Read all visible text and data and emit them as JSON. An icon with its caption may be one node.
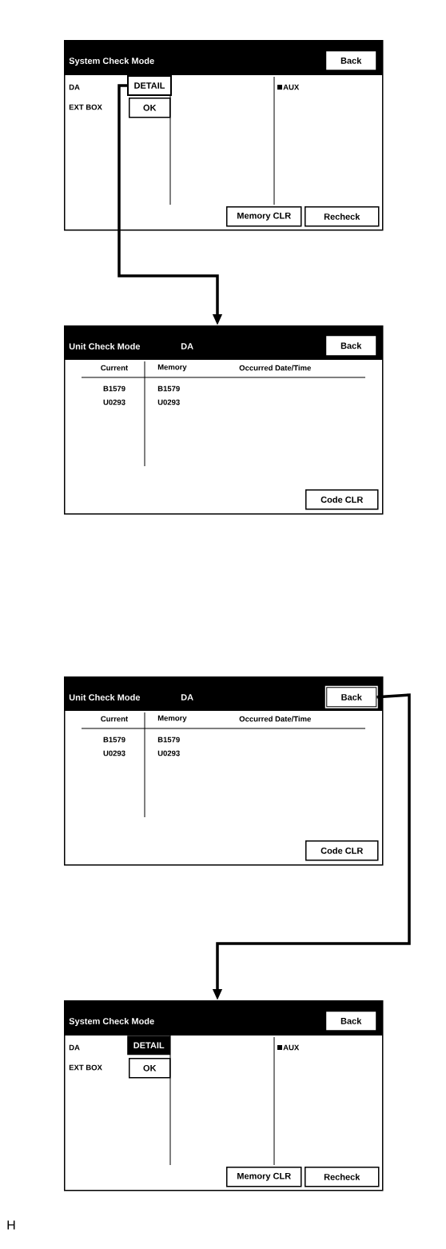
{
  "diagram": {
    "nodes": [
      {
        "text": [
          "System Check Mode",
          "DA",
          "EXT BOX",
          "AUX"
        ]
      },
      {
        "text": [
          "Back"
        ],
        "in": 0
      },
      {
        "text": [
          "DETAIL"
        ],
        "in": 0
      },
      {
        "text": [
          "OK"
        ],
        "in": 0
      },
      {
        "text": [
          "Memory CLR"
        ],
        "in": 0
      },
      {
        "text": [
          "Recheck"
        ],
        "in": 0
      },
      {
        "text": [
          "Unit Check Mode",
          "DA",
          "Current",
          "Memory",
          "Occurred Date/Time",
          "B1579",
          "U0293",
          "B1579",
          "U0293"
        ]
      },
      {
        "text": [
          "Back"
        ],
        "in": 6
      },
      {
        "text": [
          "Code CLR"
        ],
        "in": 6
      },
      {
        "text": [
          "Unit Check Mode",
          "DA",
          "Current",
          "Memory",
          "Occurred Date/Time",
          "B1579",
          "U0293",
          "B1579",
          "U0293"
        ]
      },
      {
        "text": [
          "Back"
        ],
        "in": 9
      },
      {
        "text": [
          "Code CLR"
        ],
        "in": 9
      },
      {
        "text": [
          "System Check Mode",
          "DA",
          "EXT BOX",
          "AUX"
        ]
      },
      {
        "text": [
          "Back"
        ],
        "in": 12
      },
      {
        "text": [
          "DETAIL"
        ],
        "in": 12
      },
      {
        "text": [
          "OK"
        ],
        "in": 12
      },
      {
        "text": [
          "Memory CLR"
        ],
        "in": 12
      },
      {
        "text": [
          "Recheck"
        ],
        "in": 12
      }
    ],
    "edges": [
      {
        "from": 2,
        "to": 6,
        "arrow": "to"
      },
      {
        "from": 10,
        "to": 12,
        "arrow": "to"
      }
    ],
    "labels": [
      "H"
    ]
  }
}
